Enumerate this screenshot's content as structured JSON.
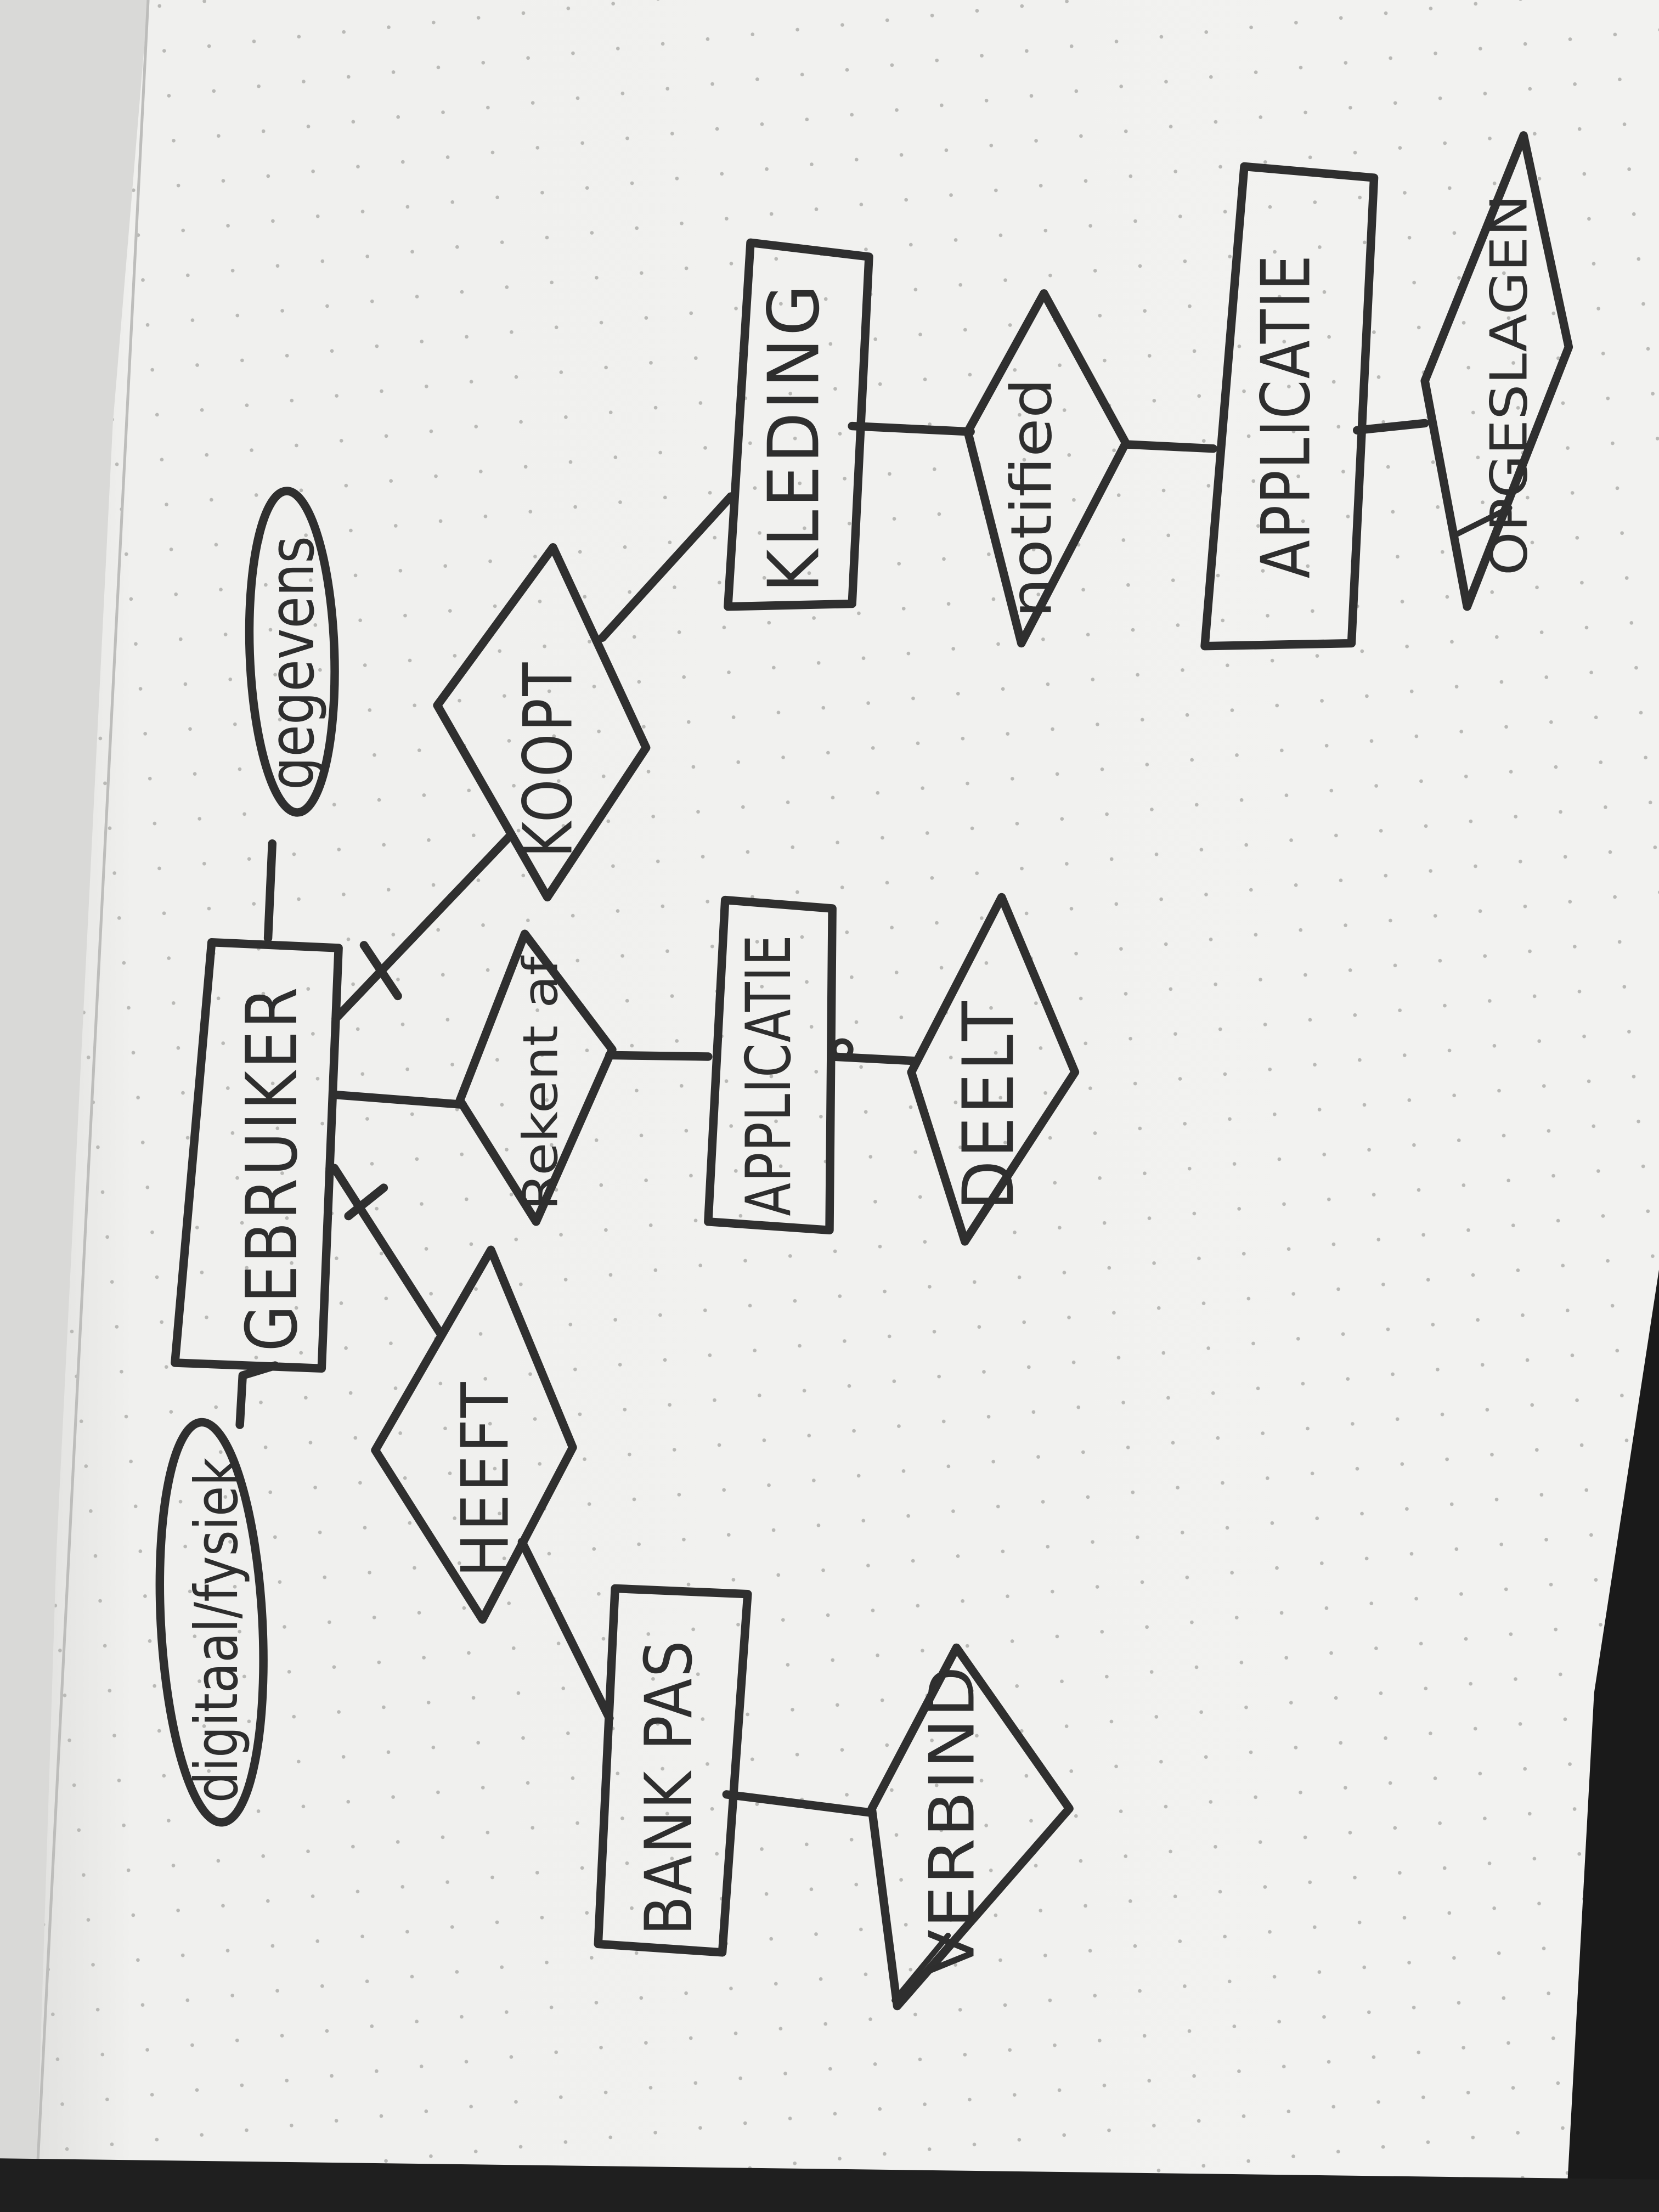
{
  "diagram": {
    "entities": {
      "gebruiker": "GEBRUIKER",
      "kleding": "KLEDING",
      "applicatie_top": "APPLICATIE",
      "applicatie_mid": "APPLICATIE",
      "bankpas": "BANK PAS"
    },
    "relationships": {
      "koopt": "KOOPT",
      "rekent_af": "Rekent af",
      "heeft": "HEEFT",
      "notified": "notified",
      "deelt": "DEELT",
      "verbind": "VERBIND",
      "opgeslagen": "OPGESLAGEN"
    },
    "attributes": {
      "gegevens": "gegevens",
      "digitaal_fysiek": "digitaal/fysiek"
    }
  },
  "colors": {
    "paper": "#f1f1ef",
    "ink": "#2e2e2e",
    "dot": "#b9b9b6",
    "background": "#1a1a1a"
  }
}
